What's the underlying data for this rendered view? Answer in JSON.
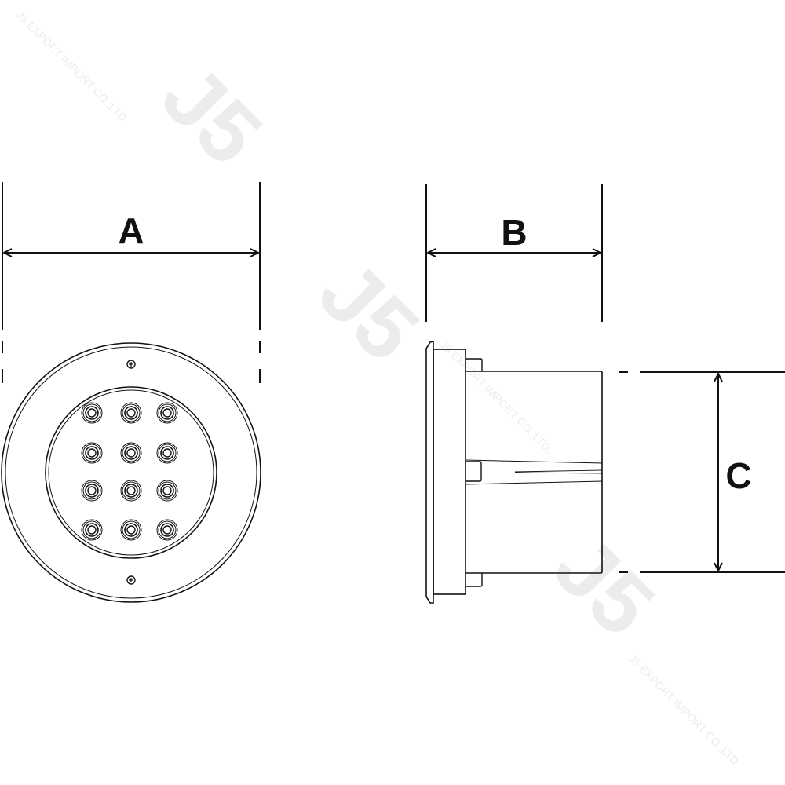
{
  "dimensions": {
    "a": "A",
    "b": "B",
    "c": "C"
  },
  "watermark": {
    "logo": "J5",
    "company": "J5 EXPORT IMPORT CO.,LTD."
  },
  "led_grid": {
    "rows": 4,
    "cols": 3
  },
  "colors": {
    "line": "#111111",
    "watermark": "#ececec"
  }
}
